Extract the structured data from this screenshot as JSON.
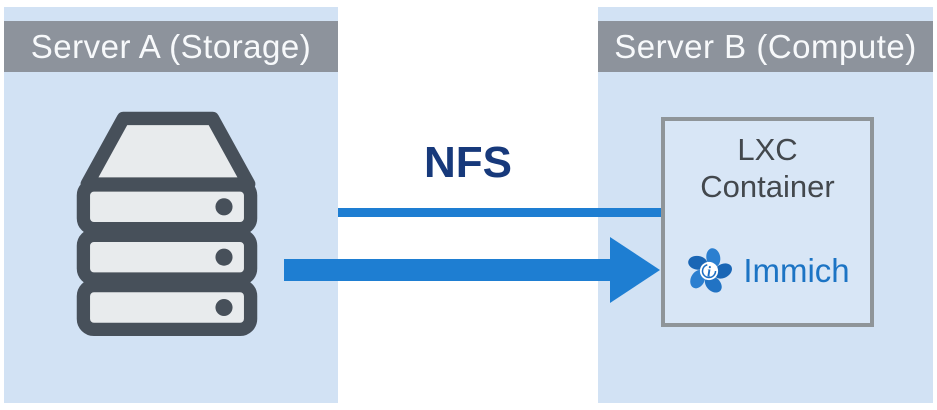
{
  "diagram": {
    "left_panel": {
      "title": "Server A (Storage)",
      "icon": "storage-stack-icon"
    },
    "right_panel": {
      "title": "Server B (Compute)"
    },
    "connection": {
      "label": "NFS",
      "thin_line": "nfs-mount-line",
      "thick_arrow": "data-flow-arrow-right"
    },
    "lxc_box": {
      "title_line1": "LXC",
      "title_line2": "Container",
      "app_name": "Immich",
      "app_icon": "immich-logo"
    },
    "colors": {
      "panel_blue": "#d2e2f4",
      "band_gray": "#8d939c",
      "band_text": "#f7f9fb",
      "arrow_blue": "#1e7ed2",
      "nfs_label_navy": "#17397b",
      "box_border_gray": "#8f9599",
      "box_fill": "#d8e6f6",
      "storage_icon_stroke": "#47505a",
      "storage_icon_fill": "#e8ebed",
      "immich_blue": "#1c74c4",
      "lxc_text_gray": "#43484d"
    }
  }
}
